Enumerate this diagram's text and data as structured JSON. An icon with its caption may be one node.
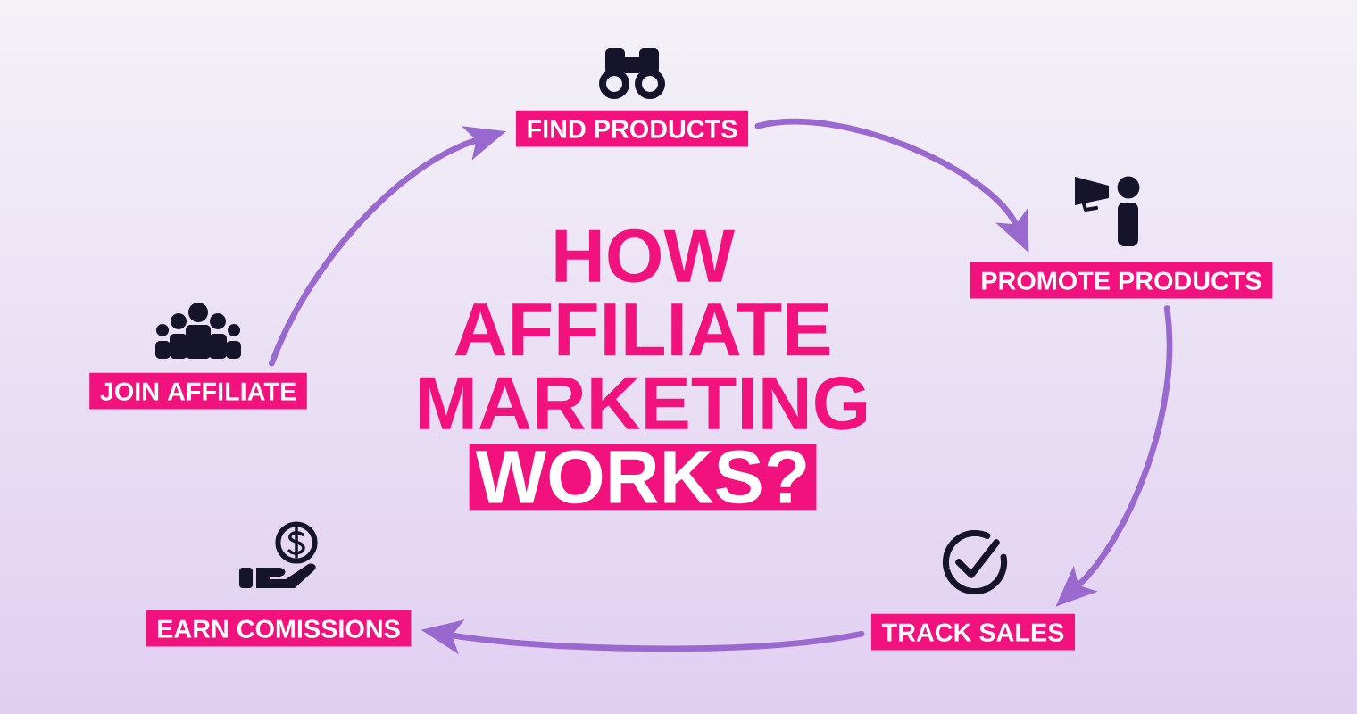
{
  "diagram": {
    "title": "HOW AFFILIATE MARKETING WORKS?",
    "nodes": [
      {
        "text": [
          "JOIN AFFILIATE"
        ]
      },
      {
        "text": [
          "FIND PRODUCTS"
        ]
      },
      {
        "text": [
          "PROMOTE PRODUCTS"
        ]
      },
      {
        "text": [
          "TRACK SALES"
        ]
      },
      {
        "text": [
          "EARN COMISSIONS"
        ]
      }
    ],
    "edges": [
      {
        "from": 0,
        "to": 1,
        "arrow": "to"
      },
      {
        "from": 1,
        "to": 2,
        "arrow": "to"
      },
      {
        "from": 2,
        "to": 3,
        "arrow": "to"
      },
      {
        "from": 3,
        "to": 4,
        "arrow": "to"
      }
    ]
  }
}
